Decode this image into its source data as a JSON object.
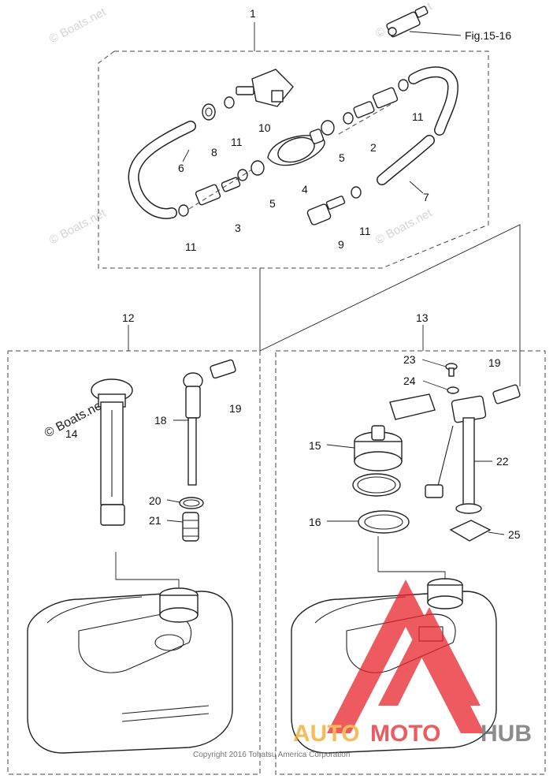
{
  "ref_label": "Fig.15-16",
  "callouts": {
    "n1": "1",
    "n2": "2",
    "n3": "3",
    "n4": "4",
    "n5a": "5",
    "n5b": "5",
    "n6": "6",
    "n7": "7",
    "n8": "8",
    "n9": "9",
    "n10": "10",
    "n11a": "11",
    "n11b": "11",
    "n11c": "11",
    "n11d": "11",
    "n12": "12",
    "n13": "13",
    "n14": "14",
    "n15": "15",
    "n16": "16",
    "n18": "18",
    "n19a": "19",
    "n19b": "19",
    "n20": "20",
    "n21": "21",
    "n22": "22",
    "n23": "23",
    "n24": "24",
    "n25": "25"
  },
  "watermark": "© Boats.net",
  "logo": {
    "part1": "AUTO",
    "part2": "MOTO",
    "part3": "HUB",
    "color_red": "#e8232a",
    "color_orange": "#f5a623",
    "color_gray": "#666666"
  },
  "copyright": "Copyright 2016 Tohatsu America Corporation"
}
